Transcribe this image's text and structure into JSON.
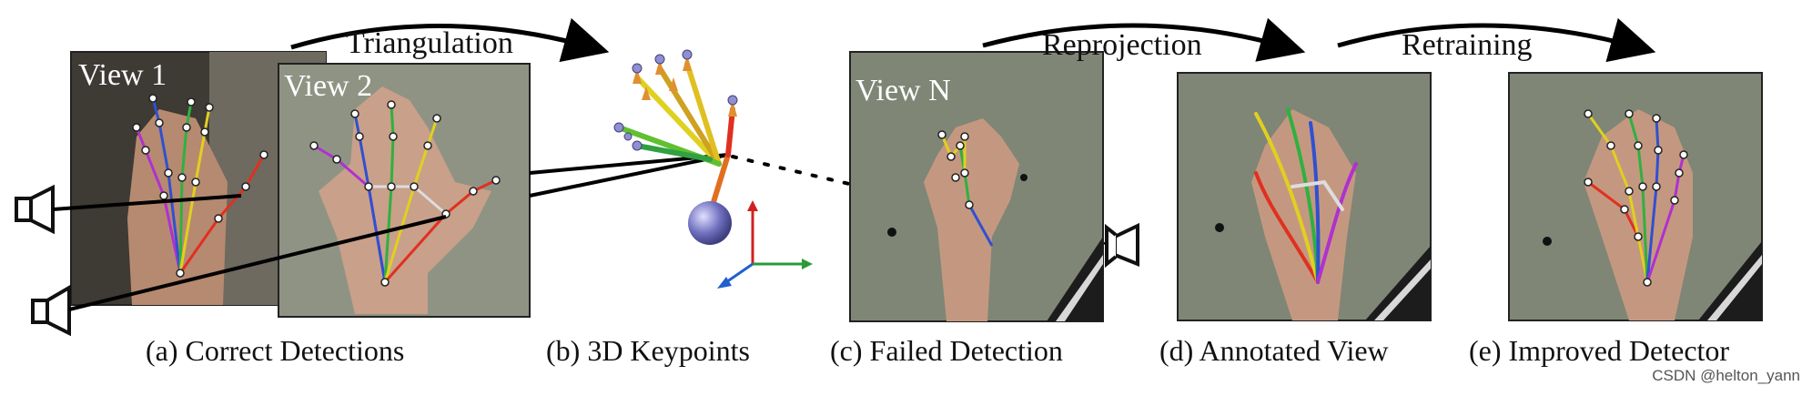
{
  "views": {
    "view1": "View 1",
    "view2": "View 2",
    "viewN": "View N"
  },
  "arrows": {
    "triangulation": "Triangulation",
    "reprojection": "Reprojection",
    "retraining": "Retraining"
  },
  "captions": {
    "a": "(a) Correct Detections",
    "b": "(b) 3D Keypoints",
    "c": "(c) Failed Detection",
    "d": "(d) Annotated View",
    "e": "(e) Improved Detector"
  },
  "watermark": "CSDN @helton_yann",
  "colors": {
    "thumb": "#e03020",
    "index": "#b030d0",
    "middle": "#3050d0",
    "ring": "#30b040",
    "pinky": "#e0d020",
    "axis_x": "#2a9a3a",
    "axis_y": "#d02020",
    "axis_z": "#2060d0",
    "photo_bg": "#8c9082",
    "skin": "#c8a08a"
  }
}
